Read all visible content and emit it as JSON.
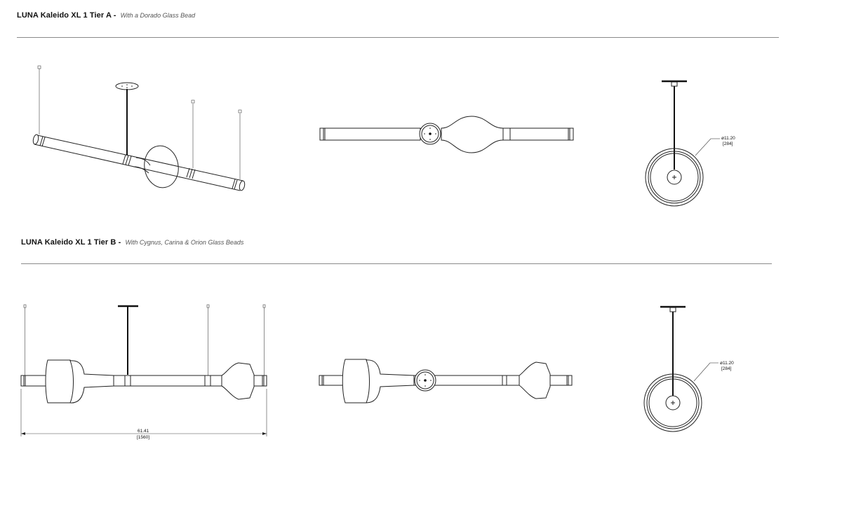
{
  "section_a": {
    "title": "LUNA Kaleido XL 1 Tier A -",
    "subtitle": "With a Dorado Glass Bead",
    "side_view": {
      "diameter_in": "ø11.20",
      "diameter_mm": "[284]"
    }
  },
  "section_b": {
    "title": "LUNA Kaleido XL 1 Tier B -",
    "subtitle": "With Cygnus, Carina & Orion Glass Beads",
    "front_view": {
      "length_in": "61.41",
      "length_mm": "[1560]"
    },
    "side_view": {
      "diameter_in": "ø11.20",
      "diameter_mm": "[284]"
    }
  },
  "colors": {
    "line": "#222222",
    "rule": "#8a8a8a"
  }
}
